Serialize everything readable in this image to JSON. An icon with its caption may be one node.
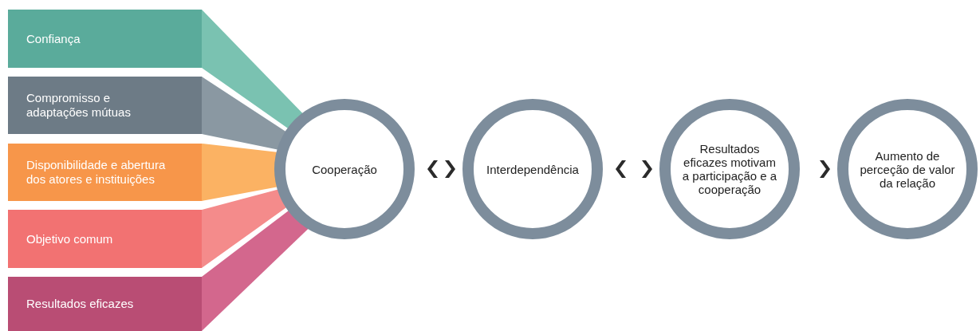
{
  "diagram": {
    "nodes": [
      {
        "text": [
          "Confiança"
        ]
      },
      {
        "text": [
          "Compromisso e adaptações mútuas"
        ]
      },
      {
        "text": [
          "Disponibilidade e abertura dos atores e instituições"
        ]
      },
      {
        "text": [
          "Objetivo comum"
        ]
      },
      {
        "text": [
          "Resultados eficazes"
        ]
      },
      {
        "text": [
          "Cooperação"
        ]
      },
      {
        "text": [
          "Interdependência"
        ]
      },
      {
        "text": [
          "Resultados eficazes motivam a participação e a cooperação"
        ]
      },
      {
        "text": [
          "Aumento de perceção de valor da relação"
        ]
      }
    ],
    "edges": [
      {
        "from": 0,
        "to": 5,
        "arrow": "none",
        "color": "#7ac2b1"
      },
      {
        "from": 1,
        "to": 5,
        "arrow": "none",
        "color": "#8a98a2"
      },
      {
        "from": 2,
        "to": 5,
        "arrow": "none",
        "color": "#fbb263"
      },
      {
        "from": 3,
        "to": 5,
        "arrow": "none",
        "color": "#f48b8b"
      },
      {
        "from": 4,
        "to": 5,
        "arrow": "none",
        "color": "#d3678d"
      },
      {
        "from": 5,
        "to": 6,
        "arrow": "both"
      },
      {
        "from": 6,
        "to": 7,
        "arrow": "both"
      },
      {
        "from": 7,
        "to": 8,
        "arrow": "to"
      }
    ]
  }
}
